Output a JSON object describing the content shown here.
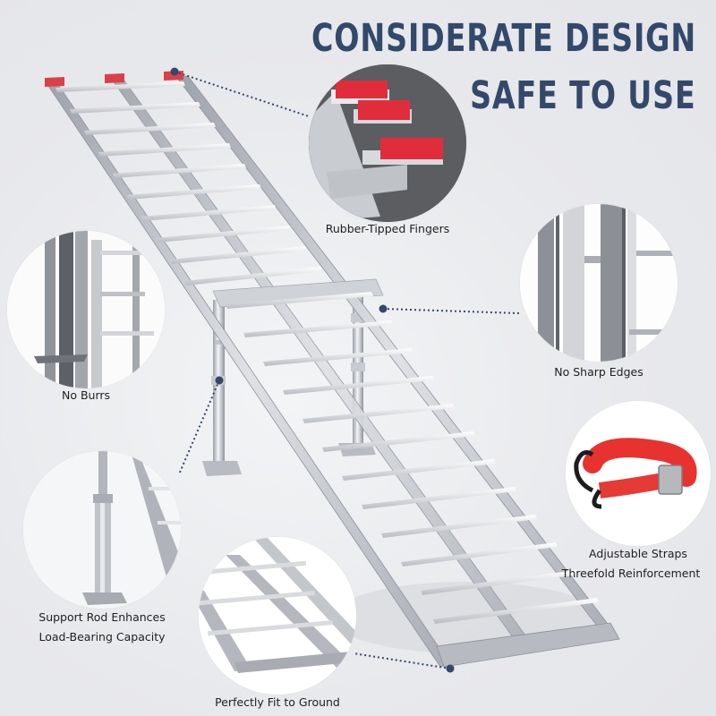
{
  "headline": {
    "line1": "CONSIDERATE DESIGN",
    "line2": "SAFE TO USE",
    "color": "#33496b"
  },
  "features": [
    {
      "id": "rubber-tipped-fingers",
      "label": "Rubber-Tipped Fingers"
    },
    {
      "id": "no-burrs",
      "label": "No Burrs"
    },
    {
      "id": "no-sharp-edges",
      "label": "No Sharp Edges"
    },
    {
      "id": "adjustable-straps",
      "label_line1": "Adjustable Straps",
      "label_line2": "Threefold Reinforcement"
    },
    {
      "id": "support-rod",
      "label_line1": "Support Rod Enhances",
      "label_line2": "Load-Bearing Capacity"
    },
    {
      "id": "fit-to-ground",
      "label": "Perfectly Fit to Ground"
    }
  ],
  "colors": {
    "background": "#e8e9ec",
    "callout_dot": "#33496b",
    "rubber_tip": "#d9404a",
    "strap": "#e8322f",
    "aluminum": "#c9ccd2"
  }
}
